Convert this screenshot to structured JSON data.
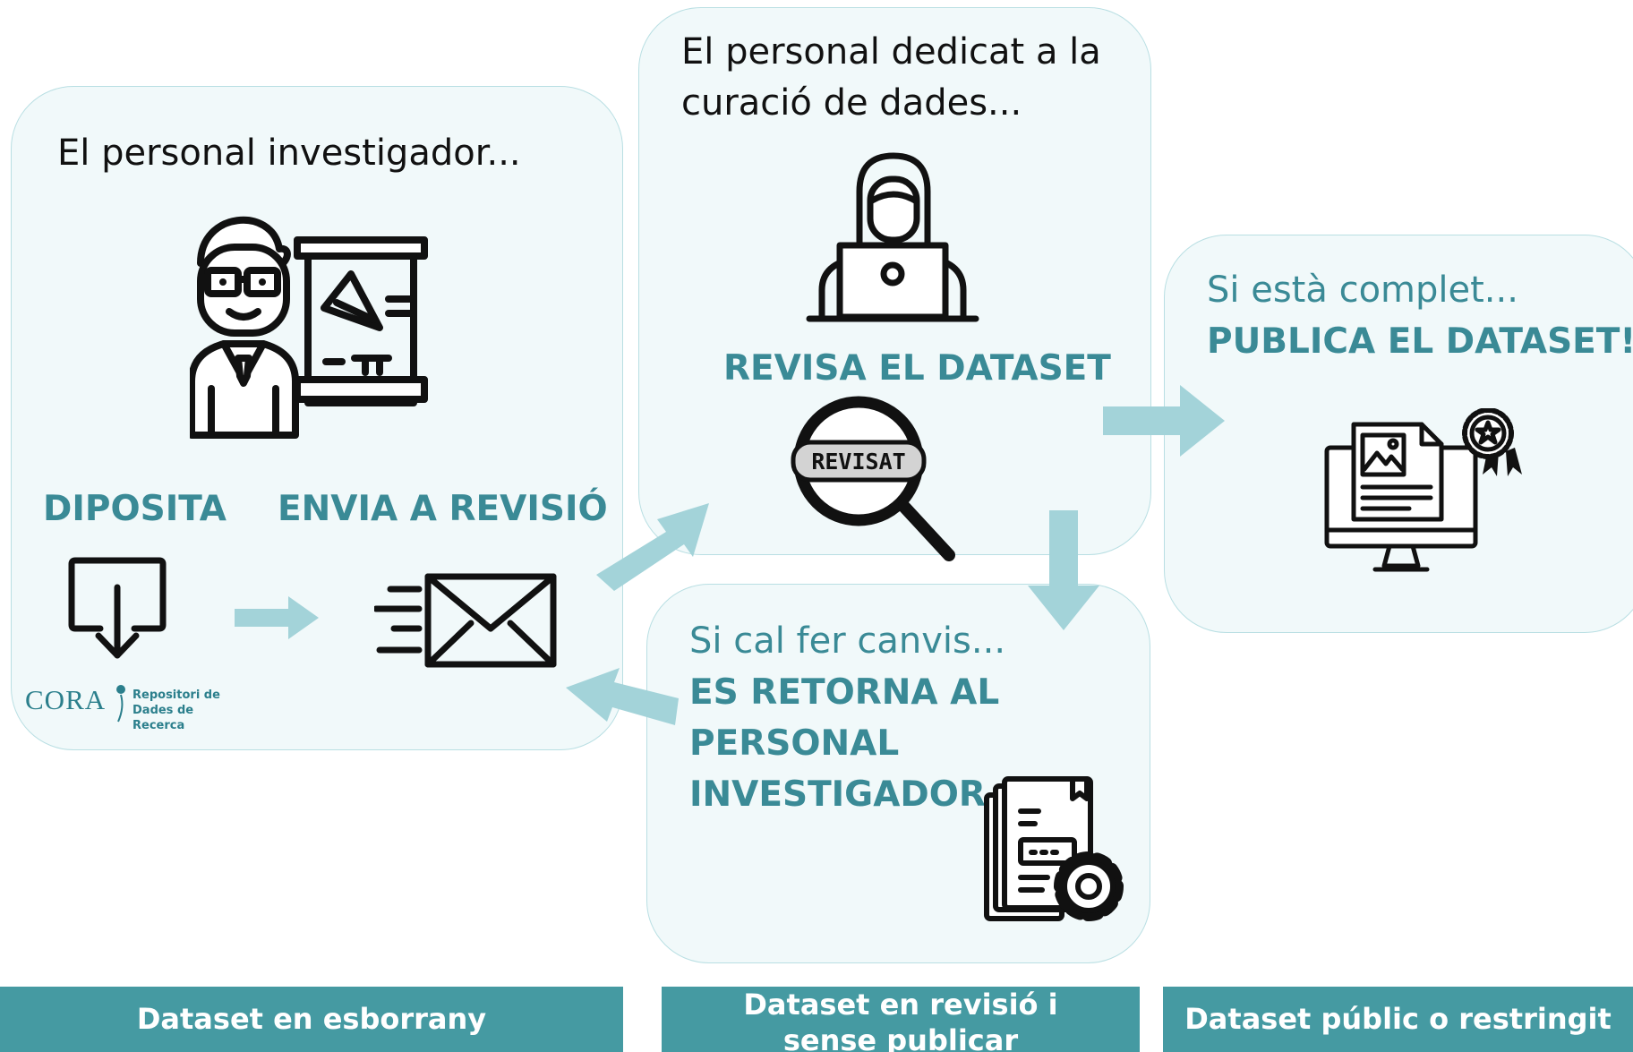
{
  "researcher": {
    "intro": "El personal investigador...",
    "deposit_label": "DIPOSITA",
    "send_label": "ENVIA A REVISIÓ",
    "logo_name": "CORA",
    "logo_sub_line1": "Repositori de",
    "logo_sub_line2": "Dades de Recerca",
    "icons": [
      "researcher-presentation-icon",
      "download-tray-icon",
      "fast-mail-envelope-icon"
    ]
  },
  "curator": {
    "intro_line1": "El personal dedicat a la",
    "intro_line2": "curació de dades...",
    "action": "REVISA EL DATASET",
    "stamp_text": "REVISAT",
    "icons": [
      "curator-laptop-icon",
      "magnifier-reviewed-icon"
    ]
  },
  "changes": {
    "intro": "Si cal fer canvis...",
    "action_line1": "ES RETORNA AL",
    "action_line2": "PERSONAL",
    "action_line3": "INVESTIGADOR",
    "icons": [
      "documents-gear-icon"
    ]
  },
  "publish": {
    "intro": "Si està complet...",
    "action": "PUBLICA EL DATASET!",
    "icons": [
      "monitor-certified-document-icon"
    ]
  },
  "status_bars": {
    "draft": "Dataset en esborrany",
    "review_line1": "Dataset en revisió i",
    "review_line2": "sense publicar",
    "public": "Dataset públic o restringit"
  },
  "colors": {
    "accent": "#3a8a96",
    "bar": "#459aa2",
    "panel_bg": "#f1f9fa",
    "panel_border": "#b9dfe3",
    "arrow": "#a3d3d9"
  }
}
